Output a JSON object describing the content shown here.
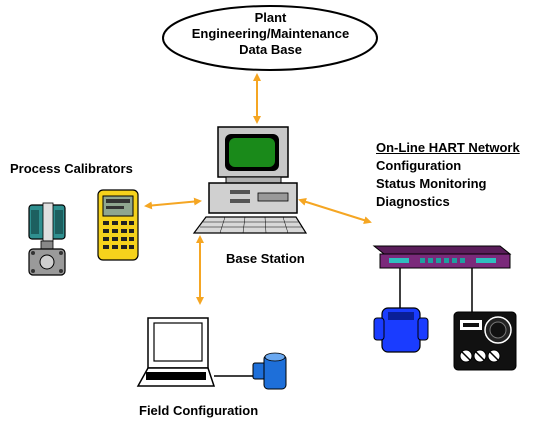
{
  "database": {
    "lines": [
      "Plant",
      "Engineering/Maintenance",
      "Data Base"
    ]
  },
  "labels": {
    "process_calibrators": "Process Calibrators",
    "base_station": "Base Station",
    "field_configuration": "Field Configuration"
  },
  "network": {
    "heading": "On-Line HART Network",
    "items": [
      "Configuration",
      "Status Monitoring",
      "Diagnostics"
    ]
  },
  "colors": {
    "arrow": "#f5a623",
    "screen": "#1a8a1a",
    "hub": "#7b2a7b",
    "device_blue": "#1a3cff",
    "field_device": "#1e6fd9",
    "calibrator": "#f5d21c",
    "transmitter": "#2f8f8f"
  }
}
